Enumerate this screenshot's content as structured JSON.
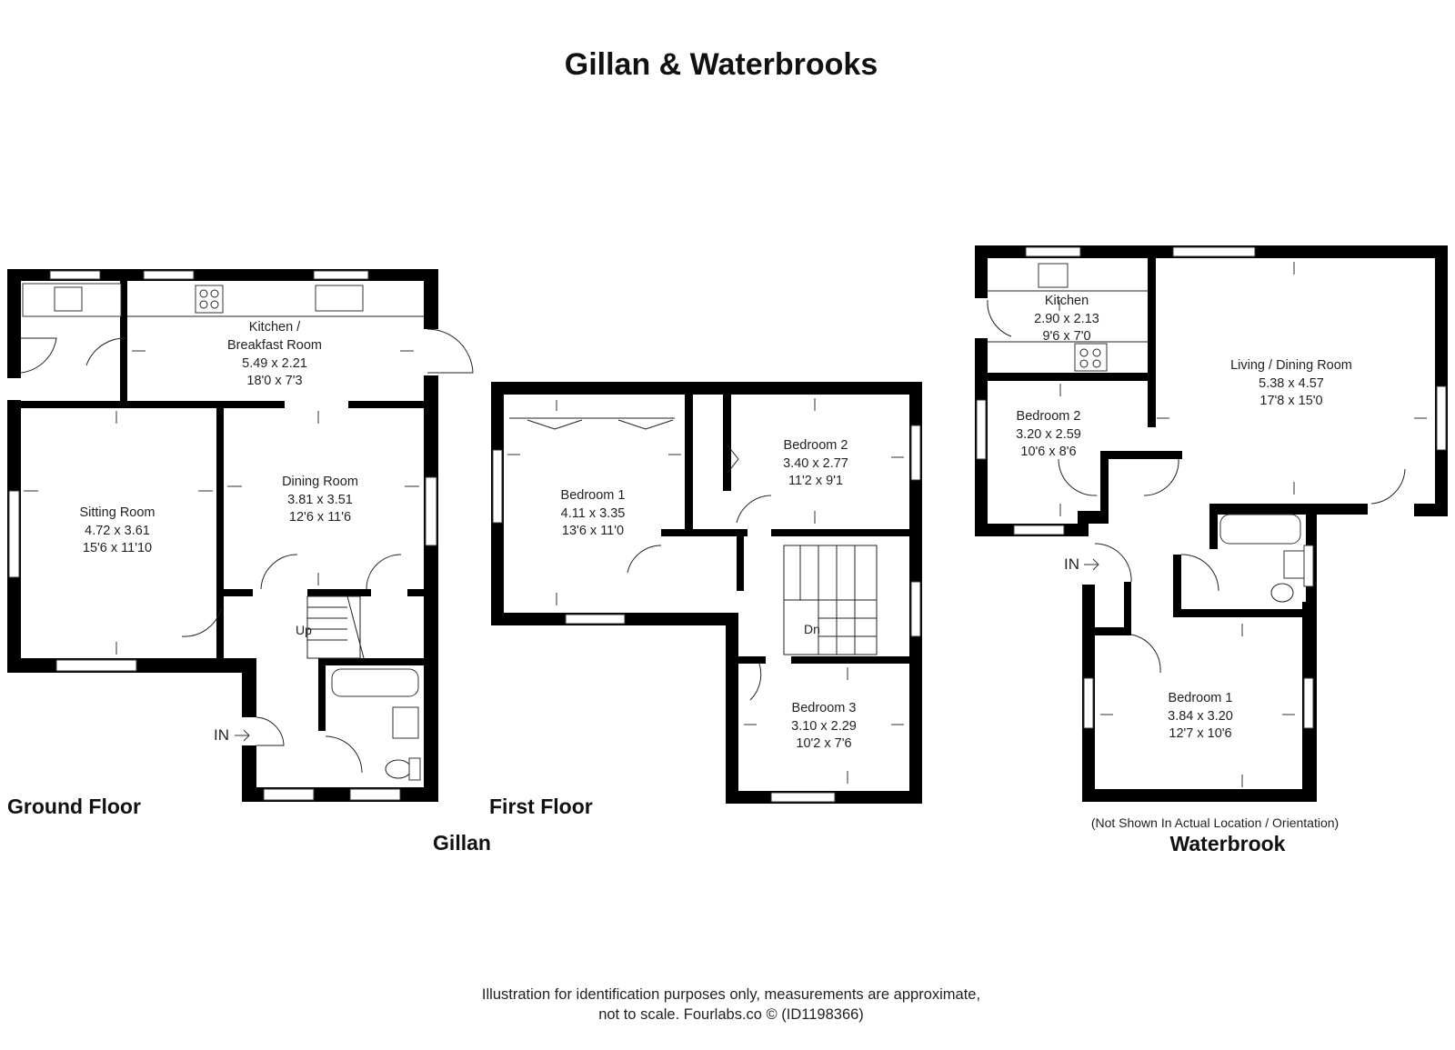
{
  "title": "Gillan & Waterbrooks",
  "labels": {
    "ground_floor": "Ground Floor",
    "first_floor": "First Floor",
    "gillan": "Gillan",
    "waterbrook": "Waterbrook",
    "not_shown": "(Not Shown In Actual Location / Orientation)",
    "up": "Up",
    "dn": "Dn",
    "in": "IN"
  },
  "rooms": {
    "kitchen_breakfast": [
      "Kitchen /",
      "Breakfast Room",
      "5.49 x 2.21",
      "18'0 x 7'3"
    ],
    "sitting_room": [
      "Sitting Room",
      "4.72 x 3.61",
      "15'6 x 11'10"
    ],
    "dining_room": [
      "Dining Room",
      "3.81 x 3.51",
      "12'6 x 11'6"
    ],
    "gillan_bedroom_1": [
      "Bedroom 1",
      "4.11 x 3.35",
      "13'6 x 11'0"
    ],
    "gillan_bedroom_2": [
      "Bedroom 2",
      "3.40 x 2.77",
      "11'2 x 9'1"
    ],
    "gillan_bedroom_3": [
      "Bedroom 3",
      "3.10 x 2.29",
      "10'2 x 7'6"
    ],
    "wb_kitchen": [
      "Kitchen",
      "2.90 x 2.13",
      "9'6 x 7'0"
    ],
    "wb_living_dining": [
      "Living / Dining Room",
      "5.38 x 4.57",
      "17'8 x 15'0"
    ],
    "wb_bedroom_2": [
      "Bedroom 2",
      "3.20 x 2.59",
      "10'6 x 8'6"
    ],
    "wb_bedroom_1": [
      "Bedroom 1",
      "3.84 x 3.20",
      "12'7 x 10'6"
    ]
  },
  "footer": [
    "Illustration for identification purposes only, measurements are approximate,",
    "not to scale. Fourlabs.co © (ID1198366)"
  ]
}
